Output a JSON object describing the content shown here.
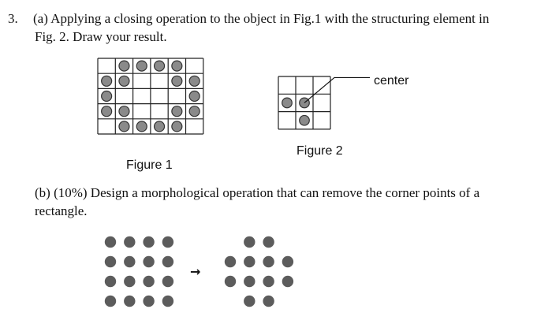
{
  "question": {
    "number": "3.",
    "part_a_line1": "(a) Applying a closing operation to the object in Fig.1 with the structuring element in",
    "part_a_line2": "Fig. 2. Draw your result.",
    "part_b_line1": "(b) (10%) Design a morphological operation that can remove the corner points of a",
    "part_b_line2": "rectangle."
  },
  "figure1": {
    "caption": "Figure 1",
    "rows": 5,
    "cols": 6,
    "filled": [
      [
        0,
        1
      ],
      [
        0,
        2
      ],
      [
        0,
        3
      ],
      [
        0,
        4
      ],
      [
        1,
        0
      ],
      [
        1,
        1
      ],
      [
        1,
        4
      ],
      [
        1,
        5
      ],
      [
        2,
        0
      ],
      [
        2,
        5
      ],
      [
        3,
        0
      ],
      [
        3,
        1
      ],
      [
        3,
        4
      ],
      [
        3,
        5
      ],
      [
        4,
        1
      ],
      [
        4,
        2
      ],
      [
        4,
        3
      ],
      [
        4,
        4
      ]
    ]
  },
  "figure2": {
    "caption": "Figure 2",
    "annotation": "center",
    "rows": 3,
    "cols": 3,
    "filled": [
      [
        1,
        0
      ],
      [
        1,
        1
      ],
      [
        2,
        1
      ]
    ],
    "center": [
      1,
      1
    ]
  },
  "example_b": {
    "arrow": "→",
    "before": [
      [
        0,
        0
      ],
      [
        0,
        1
      ],
      [
        0,
        2
      ],
      [
        0,
        3
      ],
      [
        1,
        0
      ],
      [
        1,
        1
      ],
      [
        1,
        2
      ],
      [
        1,
        3
      ],
      [
        2,
        0
      ],
      [
        2,
        1
      ],
      [
        2,
        2
      ],
      [
        2,
        3
      ],
      [
        3,
        0
      ],
      [
        3,
        1
      ],
      [
        3,
        2
      ],
      [
        3,
        3
      ]
    ],
    "after": [
      [
        0,
        1
      ],
      [
        0,
        2
      ],
      [
        1,
        0
      ],
      [
        1,
        1
      ],
      [
        1,
        2
      ],
      [
        1,
        3
      ],
      [
        2,
        0
      ],
      [
        2,
        1
      ],
      [
        2,
        2
      ],
      [
        2,
        3
      ],
      [
        3,
        1
      ],
      [
        3,
        2
      ]
    ]
  },
  "colors": {
    "grid_line": "#222222",
    "dot_fill": "#8a8a8a",
    "dot_stroke": "#333333",
    "solid_dot": "#5c5c5c"
  }
}
